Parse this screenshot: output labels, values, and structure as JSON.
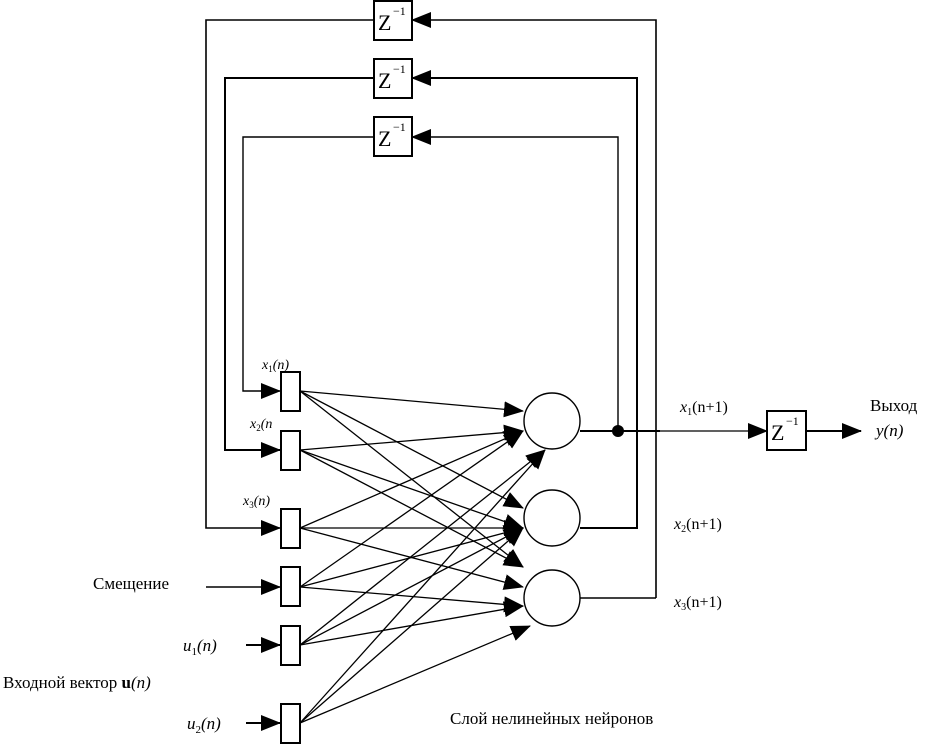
{
  "diagram": {
    "title": "Recurrent network with nonlinear hidden layer",
    "delay_label": "Z",
    "delay_exp": "−1",
    "inputs": [
      {
        "id": "x1",
        "label_var": "x",
        "label_sub": "1",
        "label_rest": "(n)"
      },
      {
        "id": "x2",
        "label_var": "x",
        "label_sub": "2",
        "label_rest": "(n"
      },
      {
        "id": "x3",
        "label_var": "x",
        "label_sub": "3",
        "label_rest": "(n)"
      },
      {
        "id": "bias",
        "label": "Смещение"
      },
      {
        "id": "u1",
        "label_var": "u",
        "label_sub": "1",
        "label_rest": "(n)"
      },
      {
        "id": "u2",
        "label_var": "u",
        "label_sub": "2",
        "label_rest": "(n)"
      }
    ],
    "input_vector_label": "Входной вектор ",
    "input_vector_bold": "u",
    "input_vector_rest": "(n)",
    "neurons": [
      "neuron-1",
      "neuron-2",
      "neuron-3"
    ],
    "outputs": [
      {
        "label_var": "x",
        "label_sub": "1",
        "label_rest": "(n+1)"
      },
      {
        "label_var": "x",
        "label_sub": "2",
        "label_rest": "(n+1)"
      },
      {
        "label_var": "x",
        "label_sub": "3",
        "label_rest": "(n+1)"
      }
    ],
    "output_title": "Выход",
    "output_signal": "y(n)",
    "layer_label": "Слой нелинейных нейронов"
  }
}
